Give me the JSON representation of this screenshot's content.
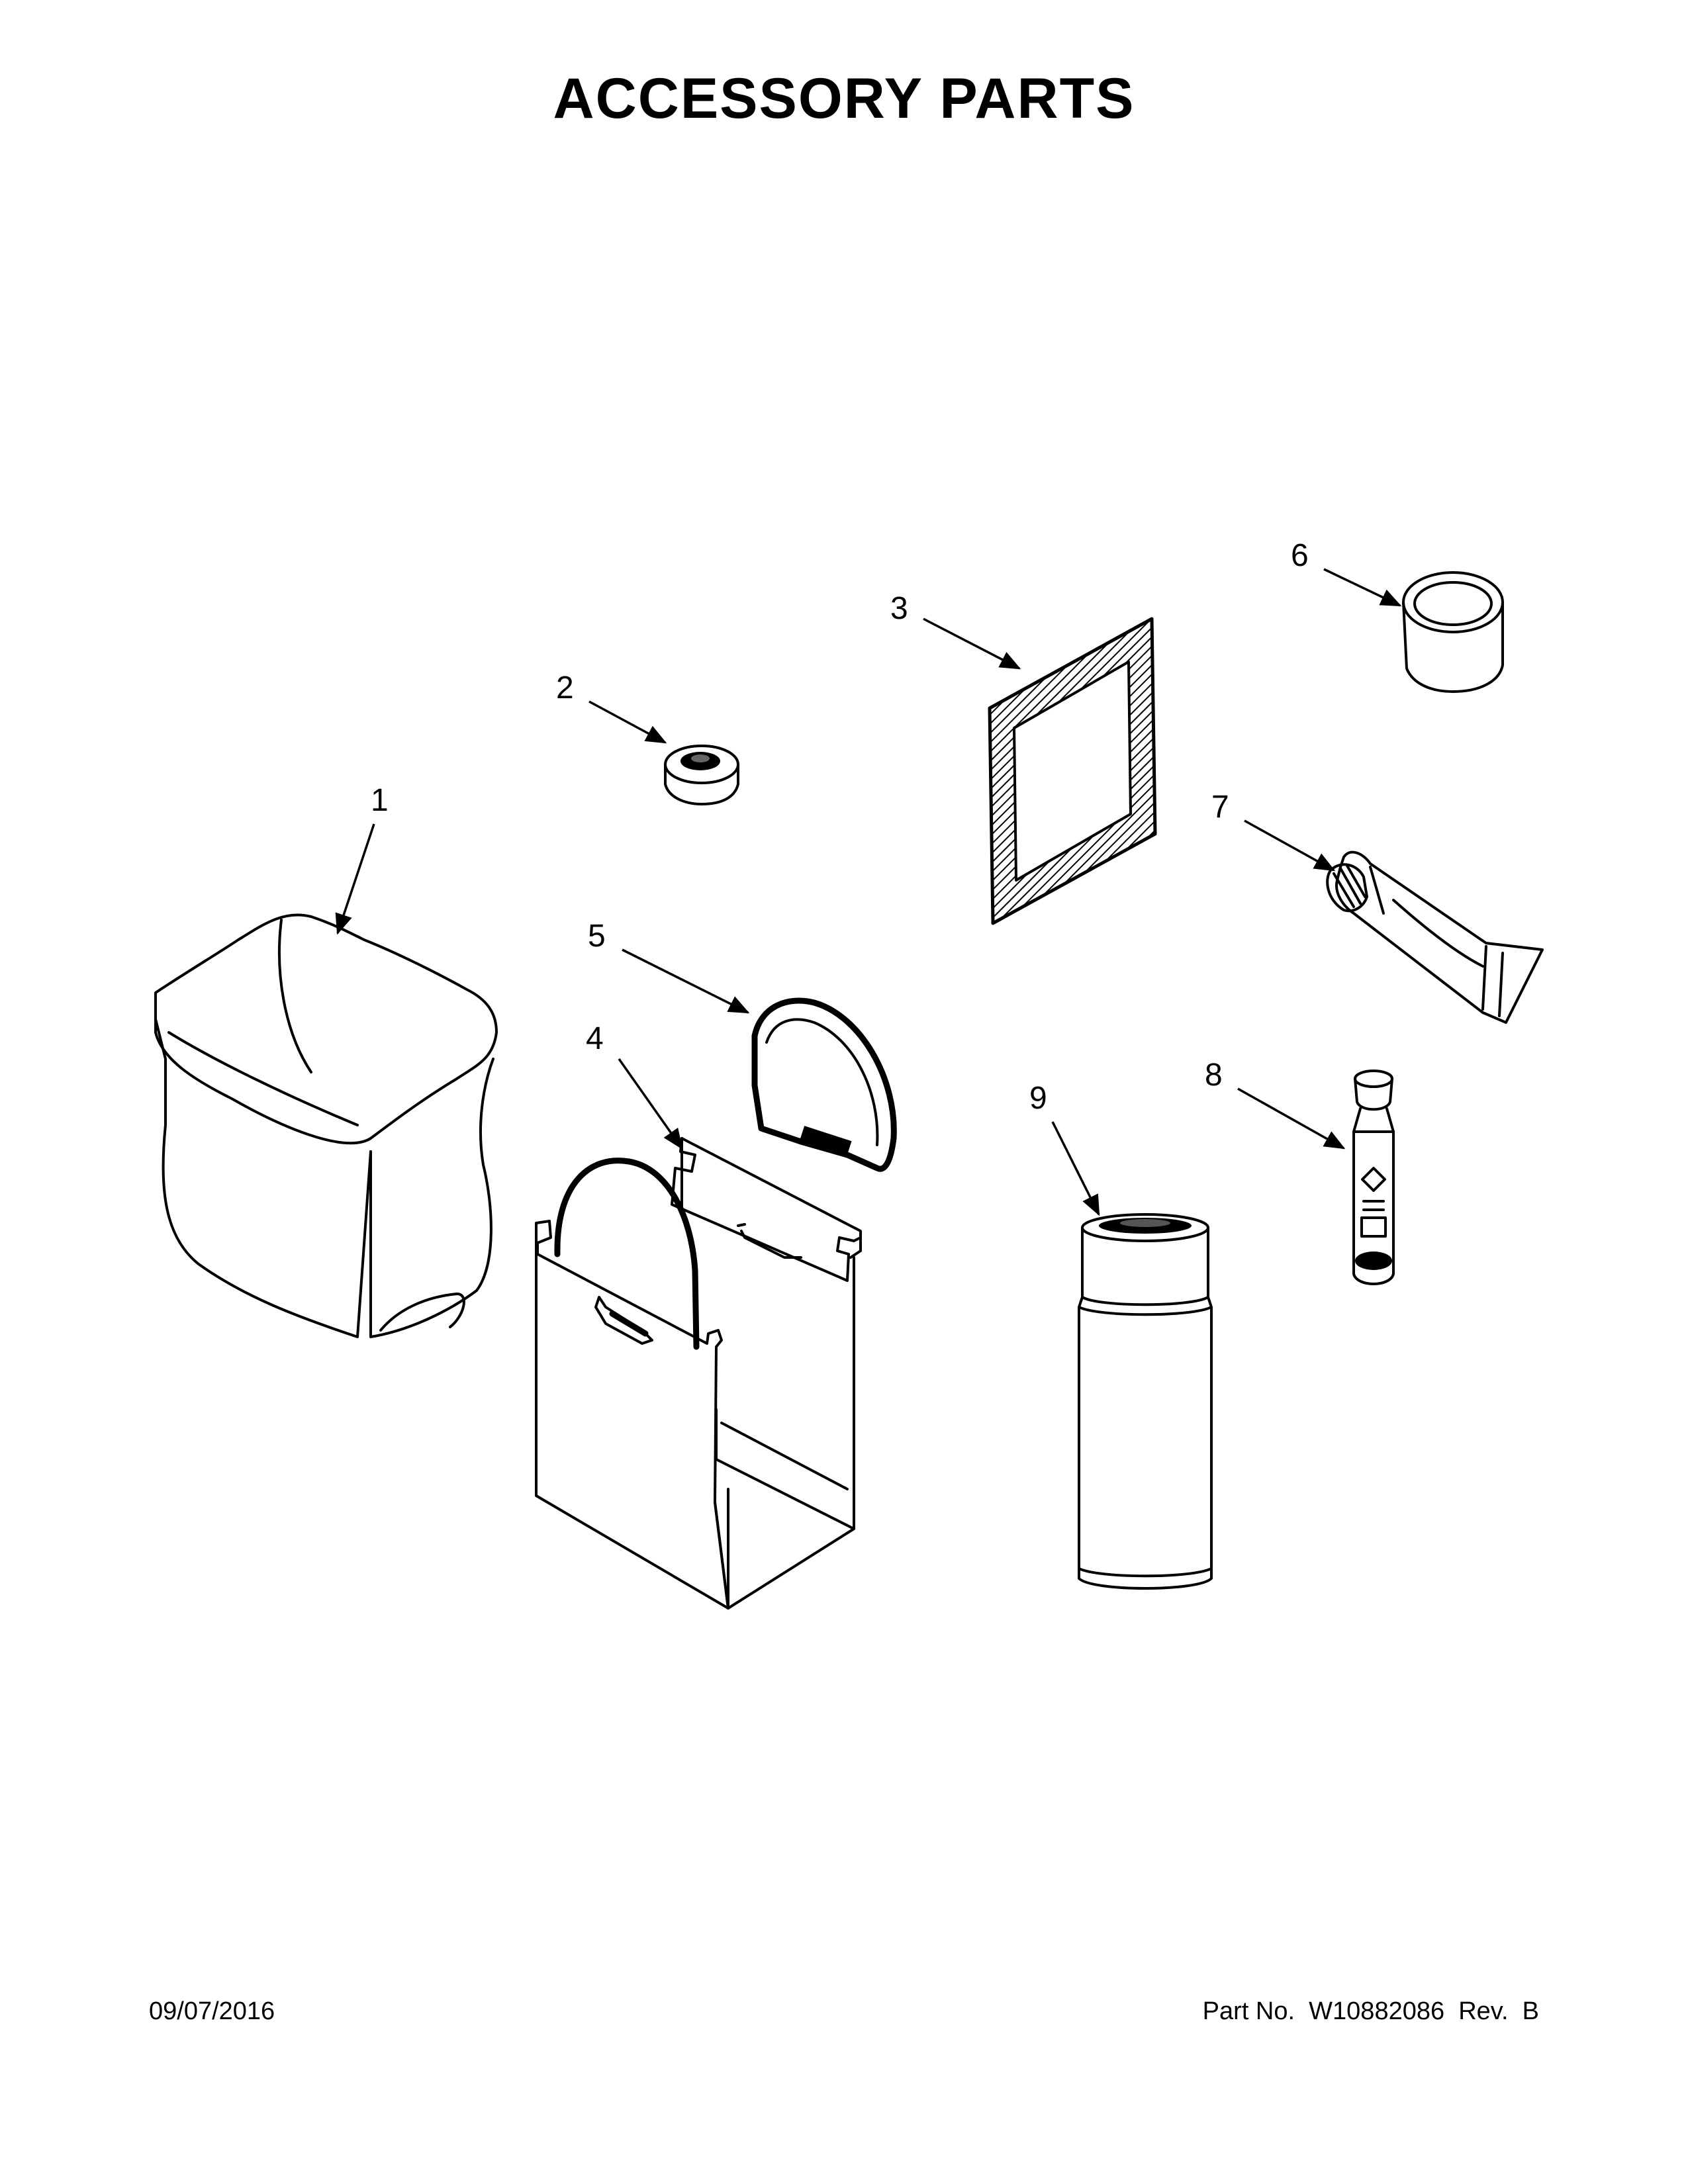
{
  "page": {
    "title": "ACCESSORY PARTS",
    "date": "09/07/2016",
    "part_number_line": "Part No.  W10882086  Rev.  B"
  },
  "callouts": {
    "c1": "1",
    "c2": "2",
    "c3": "3",
    "c4": "4",
    "c5": "5",
    "c6": "6",
    "c7": "7",
    "c8": "8",
    "c9": "9"
  }
}
